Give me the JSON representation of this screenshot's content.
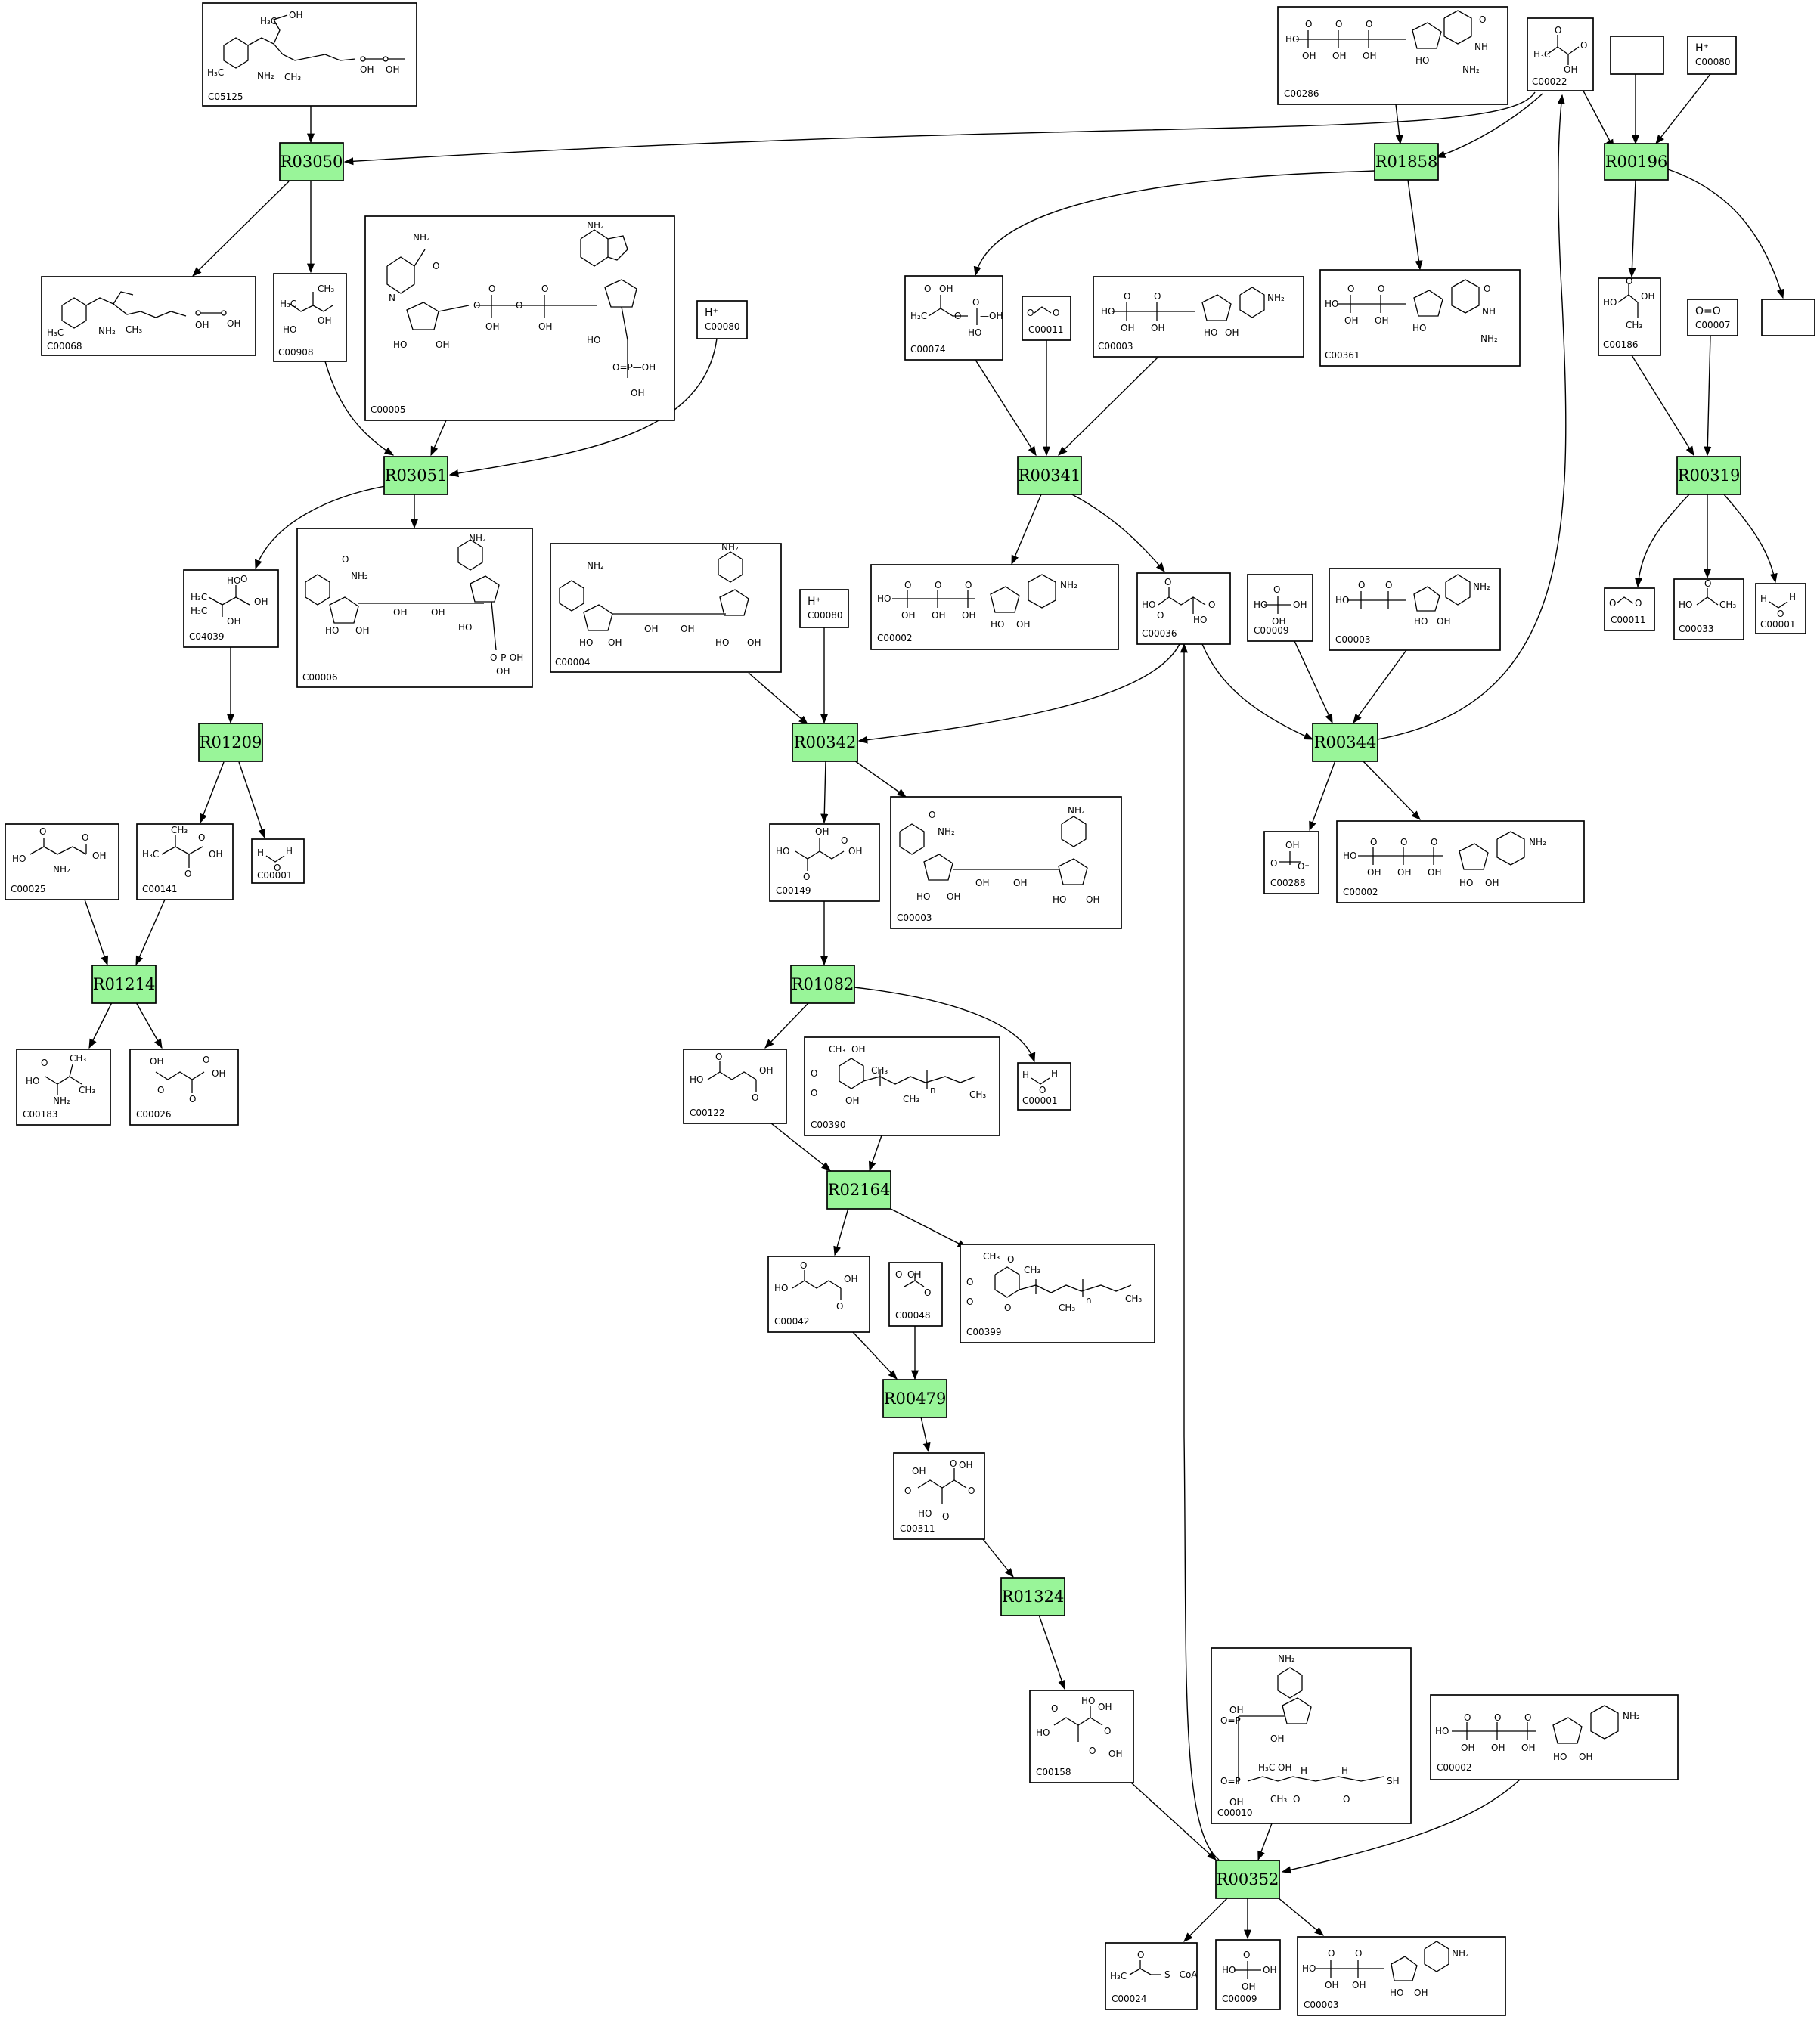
{
  "reactions": [
    {
      "id": "r-R03050",
      "label": "R03050"
    },
    {
      "id": "r-R03051",
      "label": "R03051"
    },
    {
      "id": "r-R01209",
      "label": "R01209"
    },
    {
      "id": "r-R01214",
      "label": "R01214"
    },
    {
      "id": "r-R01858",
      "label": "R01858"
    },
    {
      "id": "r-R00196",
      "label": "R00196"
    },
    {
      "id": "r-R00341",
      "label": "R00341"
    },
    {
      "id": "r-R00319",
      "label": "R00319"
    },
    {
      "id": "r-R00342",
      "label": "R00342"
    },
    {
      "id": "r-R00344",
      "label": "R00344"
    },
    {
      "id": "r-R01082",
      "label": "R01082"
    },
    {
      "id": "r-R02164",
      "label": "R02164"
    },
    {
      "id": "r-R00479",
      "label": "R00479"
    },
    {
      "id": "r-R01324",
      "label": "R01324"
    },
    {
      "id": "r-R00352",
      "label": "R00352"
    }
  ],
  "compounds": [
    {
      "id": "c-C05125",
      "label": "C05125"
    },
    {
      "id": "c-C00068",
      "label": "C00068"
    },
    {
      "id": "c-C00908",
      "label": "C00908"
    },
    {
      "id": "c-C00005",
      "label": "C00005"
    },
    {
      "id": "c-C00080a",
      "label": "C00080",
      "header": "H⁺"
    },
    {
      "id": "c-C04039",
      "label": "C04039"
    },
    {
      "id": "c-C00006",
      "label": "C00006"
    },
    {
      "id": "c-C00004",
      "label": "C00004"
    },
    {
      "id": "c-C00080b",
      "label": "C00080",
      "header": "H⁺"
    },
    {
      "id": "c-C00025",
      "label": "C00025"
    },
    {
      "id": "c-C00141",
      "label": "C00141"
    },
    {
      "id": "c-C00001a",
      "label": "C00001"
    },
    {
      "id": "c-C00183",
      "label": "C00183"
    },
    {
      "id": "c-C00026",
      "label": "C00026"
    },
    {
      "id": "c-C00286",
      "label": "C00286"
    },
    {
      "id": "c-C00022",
      "label": "C00022"
    },
    {
      "id": "c-blank1",
      "label": ""
    },
    {
      "id": "c-C00080c",
      "label": "C00080",
      "header": "H⁺"
    },
    {
      "id": "c-C00074",
      "label": "C00074"
    },
    {
      "id": "c-C00011a",
      "label": "C00011"
    },
    {
      "id": "c-C00003a",
      "label": "C00003"
    },
    {
      "id": "c-C00361",
      "label": "C00361"
    },
    {
      "id": "c-C00186",
      "label": "C00186"
    },
    {
      "id": "c-C00007",
      "label": "C00007",
      "header": "O=O"
    },
    {
      "id": "c-blank2",
      "label": ""
    },
    {
      "id": "c-C00002a",
      "label": "C00002"
    },
    {
      "id": "c-C00036",
      "label": "C00036"
    },
    {
      "id": "c-C00009a",
      "label": "C00009"
    },
    {
      "id": "c-C00003b",
      "label": "C00003"
    },
    {
      "id": "c-C00011b",
      "label": "C00011"
    },
    {
      "id": "c-C00033",
      "label": "C00033"
    },
    {
      "id": "c-C00001b",
      "label": "C00001"
    },
    {
      "id": "c-C00149",
      "label": "C00149"
    },
    {
      "id": "c-C00003c",
      "label": "C00003"
    },
    {
      "id": "c-C00288",
      "label": "C00288"
    },
    {
      "id": "c-C00002b",
      "label": "C00002"
    },
    {
      "id": "c-C00122",
      "label": "C00122"
    },
    {
      "id": "c-C00390",
      "label": "C00390"
    },
    {
      "id": "c-C00001c",
      "label": "C00001"
    },
    {
      "id": "c-C00042",
      "label": "C00042"
    },
    {
      "id": "c-C00048",
      "label": "C00048"
    },
    {
      "id": "c-C00399",
      "label": "C00399"
    },
    {
      "id": "c-C00311",
      "label": "C00311"
    },
    {
      "id": "c-C00158",
      "label": "C00158"
    },
    {
      "id": "c-C00010",
      "label": "C00010"
    },
    {
      "id": "c-C00002c",
      "label": "C00002"
    },
    {
      "id": "c-C00024",
      "label": "C00024"
    },
    {
      "id": "c-C00009b",
      "label": "C00009"
    },
    {
      "id": "c-C00003d",
      "label": "C00003"
    }
  ],
  "colors": {
    "reaction_fill": "#99f599",
    "compound_fill": "#ffffff",
    "stroke": "#000000"
  }
}
